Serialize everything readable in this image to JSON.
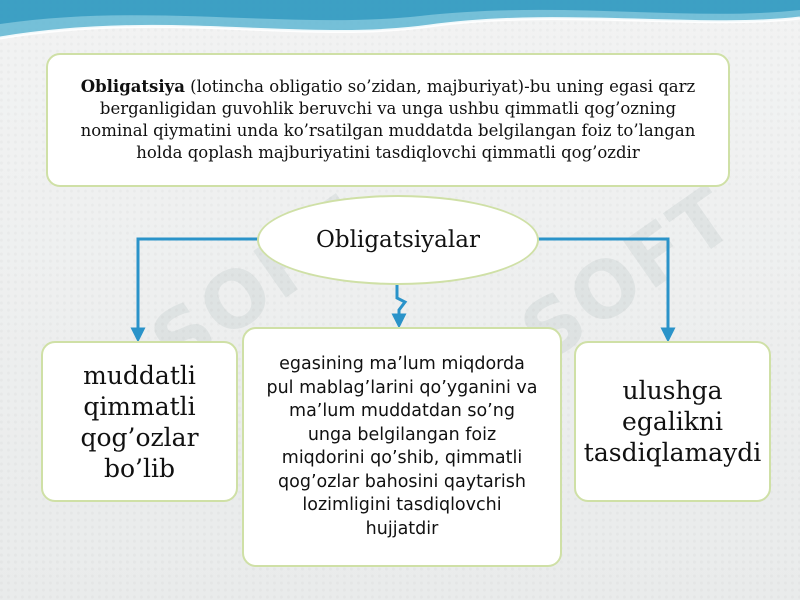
{
  "definition": {
    "term": "Obligatsiya",
    "text": " (lotincha obligatio so’zidan, majburiyat)-bu uning egasi qarz berganligidan guvohlik beruvchi va unga ushbu qimmatli qog’ozning nominal qiymatini unda ko’rsatilgan muddatda belgilangan foiz to’langan holda qoplash majburiyatini tasdiqlovchi qimmatli qog’ozdir"
  },
  "root": {
    "label": "Obligatsiyalar"
  },
  "branches": {
    "left": "muddatli qimmatli qog’ozlar bo’lib",
    "middle": "egasining ma’lum miqdorda pul mablag’larini qo’yganini va ma’lum muddatdan so’ng unga belgilangan foiz miqdorini qo’shib, qimmatli qog’ozlar bahosini qaytarish lozimligini tasdiqlovchi hujjatdir",
    "right": "ulushga egalikni tasdiqlamaydi"
  },
  "colors": {
    "connector": "#2a93c9",
    "box_border": "#cfe0a6",
    "header_wave": "#4fa9c9"
  }
}
